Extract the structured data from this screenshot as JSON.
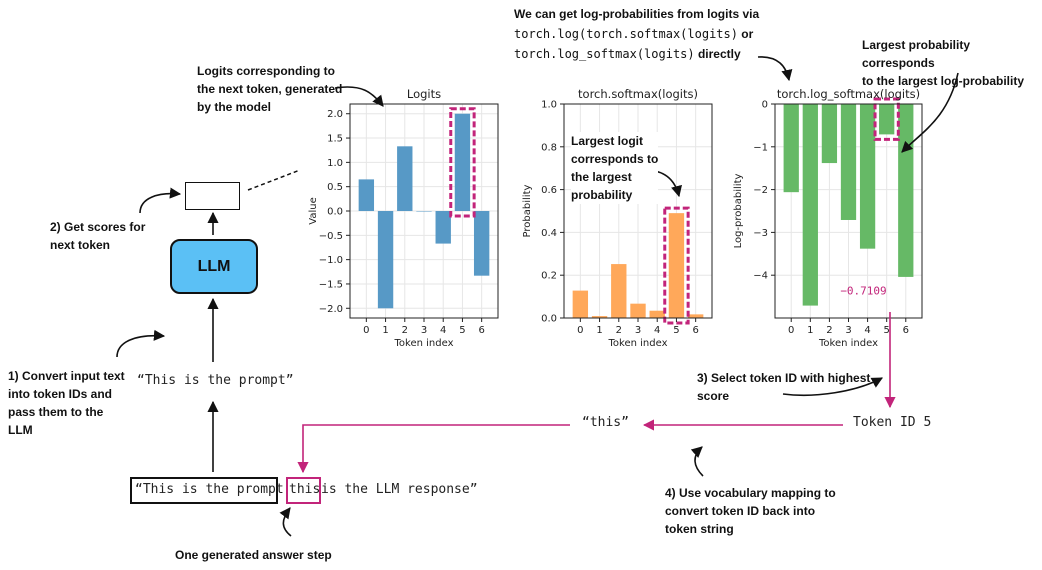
{
  "annotations": {
    "logits_note": [
      "Logits corresponding to",
      "the next token, generated",
      "by the model"
    ],
    "logprob_intro_l1": "We can get log-probabilities from logits via",
    "logprob_code1": "torch.log(torch.softmax(logits)",
    "logprob_or": " or",
    "logprob_code2": "torch.log_softmax(logits)",
    "logprob_directly": " directly",
    "largest_prob_note": [
      "Largest probability corresponds",
      "to the largest log-probability"
    ],
    "largest_logit_note": [
      "Largest logit",
      "corresponds to",
      "the largest",
      "probability"
    ],
    "step2": [
      "2) Get scores for",
      "next token"
    ],
    "step1": [
      "1) Convert input text",
      "into token IDs and",
      "pass them to the",
      "LLM"
    ],
    "step3": [
      "3) Select token ID with highest",
      "score"
    ],
    "step4": [
      "4) Use vocabulary mapping to",
      "convert token ID back into",
      "token string"
    ],
    "answer_step": "One generated answer step"
  },
  "llm_label": "LLM",
  "prompt_text": "“This is the prompt”",
  "token_id_text": "Token ID 5",
  "this_text": "“this”",
  "response": {
    "open_quote_prompt": "“This is the prompt",
    "this": "this",
    "rest": " is the LLM response”"
  },
  "colors": {
    "logits": "#5799c6",
    "softmax": "#ffa85a",
    "log_softmax": "#66b966",
    "highlight": "#c2247a",
    "llm": "#5bc0f5"
  },
  "chart_data": [
    {
      "type": "bar",
      "title": "Logits",
      "xlabel": "Token index",
      "ylabel": "Value",
      "categories": [
        "0",
        "1",
        "2",
        "3",
        "4",
        "5",
        "6"
      ],
      "values": [
        0.65,
        -2.0,
        1.33,
        0.0,
        -0.67,
        2.0,
        -1.33
      ],
      "ylim": [
        -2.2,
        2.2
      ],
      "yticks": [
        "2.0",
        "1.5",
        "1.0",
        "0.5",
        "0.0",
        "−0.5",
        "−1.0",
        "−1.5",
        "−2.0"
      ],
      "grid": true,
      "highlight_index": 5
    },
    {
      "type": "bar",
      "title": "torch.softmax(logits)",
      "xlabel": "Token index",
      "ylabel": "Probability",
      "categories": [
        "0",
        "1",
        "2",
        "3",
        "4",
        "5",
        "6"
      ],
      "values": [
        0.128,
        0.009,
        0.252,
        0.067,
        0.034,
        0.49,
        0.017
      ],
      "ylim": [
        0,
        1.0
      ],
      "yticks": [
        "0.0",
        "0.2",
        "0.4",
        "0.6",
        "0.8",
        "1.0"
      ],
      "grid": true,
      "highlight_index": 5
    },
    {
      "type": "bar",
      "title": "torch.log_softmax(logits)",
      "xlabel": "Token index",
      "ylabel": "Log-probability",
      "categories": [
        "0",
        "1",
        "2",
        "3",
        "4",
        "5",
        "6"
      ],
      "values": [
        -2.06,
        -4.71,
        -1.38,
        -2.71,
        -3.38,
        -0.71,
        -4.04
      ],
      "ylim": [
        -5.0,
        0
      ],
      "yticks": [
        "0",
        "−1",
        "−2",
        "−3",
        "−4"
      ],
      "grid": true,
      "highlight_index": 5,
      "annotation": "−0.7109"
    }
  ]
}
